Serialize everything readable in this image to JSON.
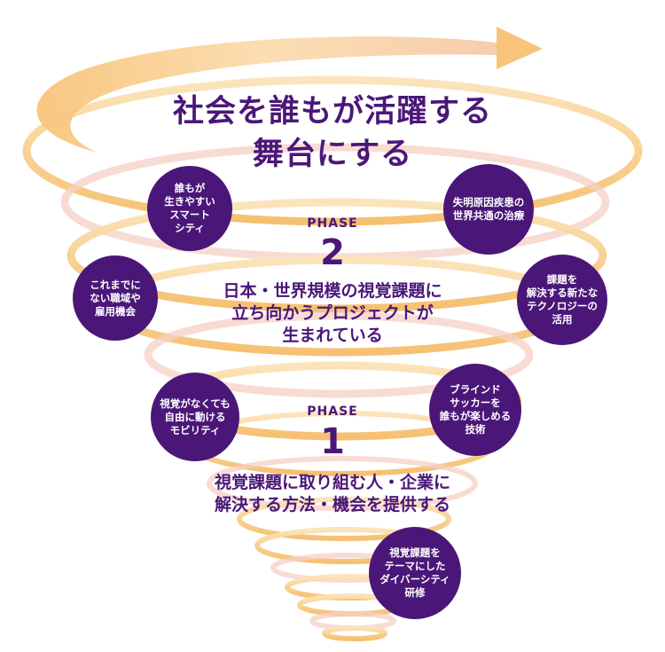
{
  "colors": {
    "ring": "#f7c77c",
    "ring_light": "#fbdba8",
    "ring_pink": "#f6d0c6",
    "accent": "#4a1778",
    "bubble_text": "#ffffff"
  },
  "headline": {
    "line1": "社会を誰もが活躍する",
    "line2": "舞台にする"
  },
  "phase2": {
    "label": "PHASE",
    "number": "2",
    "line1": "日本・世界規模の視覚課題に",
    "line2": "立ち向かうプロジェクトが",
    "line3": "生まれている"
  },
  "phase1": {
    "label": "PHASE",
    "number": "1",
    "line1": "視覚課題に取り組む人・企業に",
    "line2": "解決する方法・機会を提供する"
  },
  "bubbles": {
    "smart_city": "誰もが\n生きやすい\nスマート\nシティ",
    "disease": "失明原因疾患の\n世界共通の治療",
    "employment": "これまでに\nない職域や\n雇用機会",
    "technology": "課題を\n解決する新たな\nテクノロジーの\n活用",
    "mobility": "視覚がなくても\n自由に動ける\nモビリティ",
    "blind_soccer": "ブラインド\nサッカーを\n誰もが楽しめる\n技術",
    "diversity_training": "視覚課題を\nテーマにした\nダイバーシティ\n研修"
  }
}
